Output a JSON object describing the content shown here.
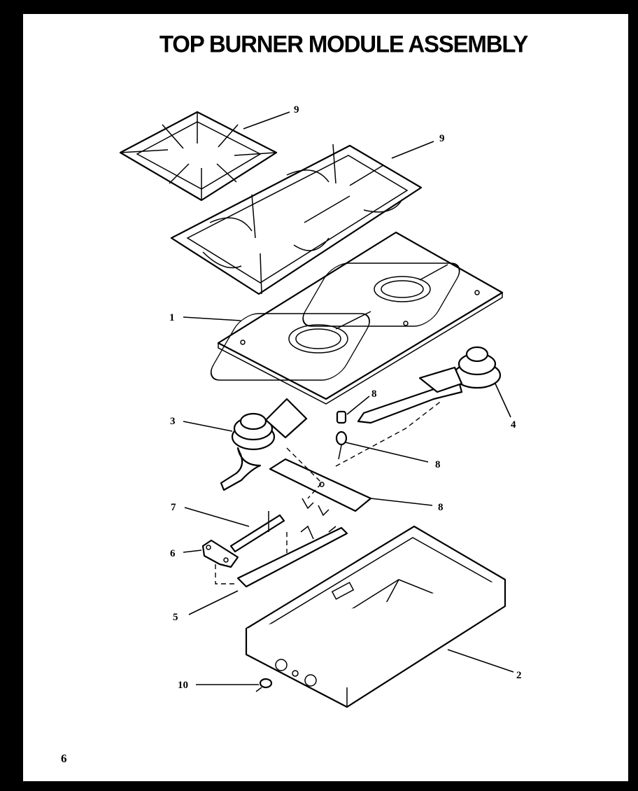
{
  "title": "TOP BURNER MODULE ASSEMBLY",
  "page_number": "6",
  "callouts": {
    "grate_small": "9",
    "grate_large": "9",
    "burner_top": "1",
    "burner_left": "3",
    "burner_right": "4",
    "orifice": "8",
    "electrode": "8",
    "bracket": "8",
    "manifold": "7",
    "spark_switch": "6",
    "support_bracket": "5",
    "drip_pan": "2",
    "screw": "10"
  }
}
